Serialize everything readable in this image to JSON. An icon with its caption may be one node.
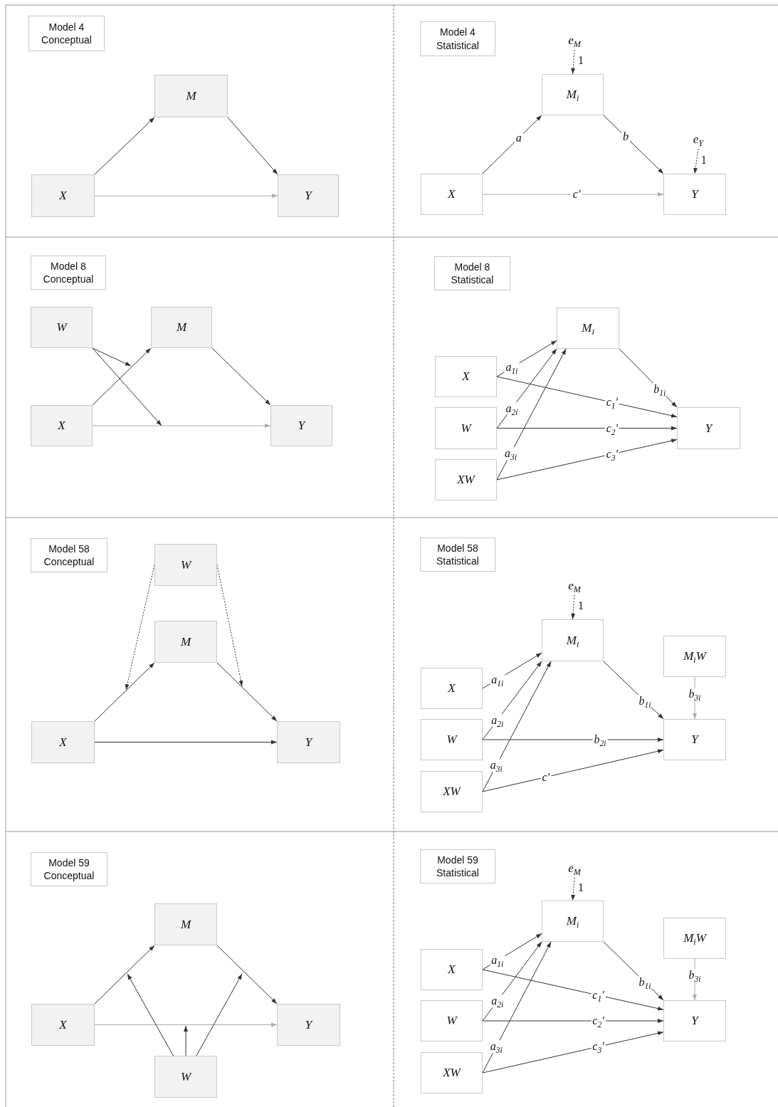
{
  "diagram": {
    "nodes": [
      {
        "text": [
          "Model 4 Conceptual"
        ]
      },
      {
        "text": [
          "M"
        ]
      },
      {
        "text": [
          "X"
        ]
      },
      {
        "text": [
          "Y"
        ]
      },
      {
        "text": [
          "Model 4 Statistical"
        ]
      },
      {
        "text": [
          "e$_{M}$"
        ]
      },
      {
        "text": [
          "M$_{i}$"
        ]
      },
      {
        "text": [
          "e$_{Y}$"
        ]
      },
      {
        "text": [
          "X"
        ]
      },
      {
        "text": [
          "Y"
        ]
      },
      {
        "text": [
          "Model 8 Conceptual"
        ]
      },
      {
        "text": [
          "W"
        ]
      },
      {
        "text": [
          "M"
        ]
      },
      {
        "text": [
          "X"
        ]
      },
      {
        "text": [
          "Y"
        ]
      },
      {
        "text": [
          "Model 8 Statistical"
        ]
      },
      {
        "text": [
          "M$_{i}$"
        ]
      },
      {
        "text": [
          "X"
        ]
      },
      {
        "text": [
          "W"
        ]
      },
      {
        "text": [
          "Y"
        ]
      },
      {
        "text": [
          "XW"
        ]
      },
      {
        "text": [
          "Model 58 Conceptual"
        ]
      },
      {
        "text": [
          "W"
        ]
      },
      {
        "text": [
          "M"
        ]
      },
      {
        "text": [
          "X"
        ]
      },
      {
        "text": [
          "Y"
        ]
      },
      {
        "text": [
          "Model 58 Statistical"
        ]
      },
      {
        "text": [
          "e$_{M}$"
        ]
      },
      {
        "text": [
          "M$_{i}$"
        ]
      },
      {
        "text": [
          "M$_{i}$W"
        ]
      },
      {
        "text": [
          "X"
        ]
      },
      {
        "text": [
          "W"
        ]
      },
      {
        "text": [
          "Y"
        ]
      },
      {
        "text": [
          "XW"
        ]
      },
      {
        "text": [
          "Model 59 Conceptual"
        ]
      },
      {
        "text": [
          "M"
        ]
      },
      {
        "text": [
          "X"
        ]
      },
      {
        "text": [
          "Y"
        ]
      },
      {
        "text": [
          "W"
        ]
      },
      {
        "text": [
          "Model 59 Statistical"
        ]
      },
      {
        "text": [
          "e$_{M}$"
        ]
      },
      {
        "text": [
          "M$_{i}$"
        ]
      },
      {
        "text": [
          "M$_{i}$W"
        ]
      },
      {
        "text": [
          "X"
        ]
      },
      {
        "text": [
          "W"
        ]
      },
      {
        "text": [
          "Y"
        ]
      },
      {
        "text": [
          "XW"
        ]
      }
    ],
    "edges": [
      {
        "from": 2,
        "to": 1,
        "arrow": "to"
      },
      {
        "from": 1,
        "to": 3,
        "arrow": "to"
      },
      {
        "from": 2,
        "to": 3,
        "arrow": "to",
        "color": "#aaaaaa"
      },
      {
        "from": 5,
        "to": 6,
        "arrow": "to",
        "label": "1",
        "style": "dashed"
      },
      {
        "from": 8,
        "to": 6,
        "arrow": "to",
        "label": "a"
      },
      {
        "from": 6,
        "to": 9,
        "arrow": "to",
        "label": "b"
      },
      {
        "from": 7,
        "to": 9,
        "arrow": "to",
        "label": "1",
        "style": "dashed"
      },
      {
        "from": 8,
        "to": 9,
        "arrow": "to",
        "label": "c′",
        "color": "#aaaaaa"
      },
      {
        "from": 13,
        "to": 12,
        "arrow": "to"
      },
      {
        "from": 12,
        "to": 14,
        "arrow": "to"
      },
      {
        "from": 13,
        "to": 14,
        "arrow": "to",
        "color": "#aaaaaa"
      },
      {
        "from": 11,
        "to": null,
        "arrow": "to"
      },
      {
        "from": 11,
        "to": null,
        "arrow": "to"
      },
      {
        "from": 17,
        "to": 16,
        "arrow": "to",
        "label": "a$_{1i}$"
      },
      {
        "from": 18,
        "to": 16,
        "arrow": "to",
        "label": "a$_{2i}$"
      },
      {
        "from": 20,
        "to": 16,
        "arrow": "to",
        "label": "a$_{3i}$"
      },
      {
        "from": 16,
        "to": 19,
        "arrow": "to",
        "label": "b$_{1i}$"
      },
      {
        "from": 17,
        "to": 19,
        "arrow": "to",
        "label": "c$_{1}$′"
      },
      {
        "from": 18,
        "to": 19,
        "arrow": "to",
        "label": "c$_{2}$′"
      },
      {
        "from": 20,
        "to": 19,
        "arrow": "to",
        "label": "c$_{3}$′"
      },
      {
        "from": 24,
        "to": 23,
        "arrow": "to"
      },
      {
        "from": 23,
        "to": 25,
        "arrow": "to"
      },
      {
        "from": 24,
        "to": 25,
        "arrow": "to"
      },
      {
        "from": 22,
        "to": null,
        "arrow": "to",
        "style": "dashed"
      },
      {
        "from": 22,
        "to": null,
        "arrow": "to",
        "style": "dashed"
      },
      {
        "from": 27,
        "to": 28,
        "arrow": "to",
        "label": "1",
        "style": "dashed"
      },
      {
        "from": 30,
        "to": 28,
        "arrow": "to",
        "label": "a$_{1i}$"
      },
      {
        "from": 31,
        "to": 28,
        "arrow": "to",
        "label": "a$_{2i}$"
      },
      {
        "from": 33,
        "to": 28,
        "arrow": "to",
        "label": "a$_{3i}$"
      },
      {
        "from": 28,
        "to": 32,
        "arrow": "to",
        "label": "b$_{1i}$"
      },
      {
        "from": 29,
        "to": 32,
        "arrow": "to",
        "label": "b$_{3i}$",
        "color": "#aaaaaa"
      },
      {
        "from": 31,
        "to": 32,
        "arrow": "to",
        "label": "b$_{2i}$"
      },
      {
        "from": 33,
        "to": 32,
        "arrow": "to",
        "label": "c′"
      },
      {
        "from": 36,
        "to": 35,
        "arrow": "to"
      },
      {
        "from": 35,
        "to": 37,
        "arrow": "to"
      },
      {
        "from": 36,
        "to": 37,
        "arrow": "to",
        "color": "#aaaaaa"
      },
      {
        "from": 38,
        "to": null,
        "arrow": "to"
      },
      {
        "from": 38,
        "to": null,
        "arrow": "to"
      },
      {
        "from": 38,
        "to": null,
        "arrow": "to"
      },
      {
        "from": 40,
        "to": 41,
        "arrow": "to",
        "label": "1",
        "style": "dashed"
      },
      {
        "from": 43,
        "to": 41,
        "arrow": "to",
        "label": "a$_{1i}$"
      },
      {
        "from": 44,
        "to": 41,
        "arrow": "to",
        "label": "a$_{2i}$"
      },
      {
        "from": 46,
        "to": 41,
        "arrow": "to",
        "label": "a$_{3i}$"
      },
      {
        "from": 41,
        "to": 45,
        "arrow": "to",
        "label": "b$_{1i}$"
      },
      {
        "from": 42,
        "to": 45,
        "arrow": "to",
        "label": "b$_{3i}$",
        "color": "#aaaaaa"
      },
      {
        "from": 43,
        "to": 45,
        "arrow": "to",
        "label": "c$_{1}$′"
      },
      {
        "from": 44,
        "to": 45,
        "arrow": "to",
        "label": "c$_{2}$′"
      },
      {
        "from": 46,
        "to": 45,
        "arrow": "to",
        "label": "c$_{3}$′"
      }
    ]
  }
}
